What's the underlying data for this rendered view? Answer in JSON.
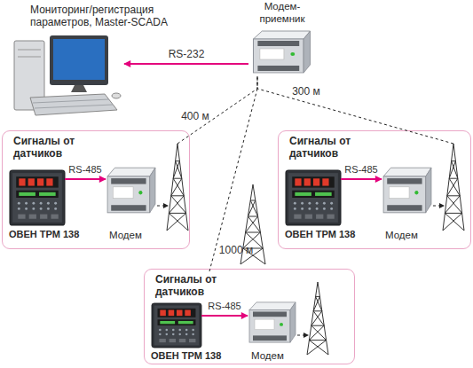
{
  "diagram": {
    "nodes": [
      {
        "text": [
          "Мониторинг/регистрация параметров, Master-SCADA"
        ]
      },
      {
        "text": [
          "Модем- приемник"
        ]
      },
      {
        "text": [
          "Сигналы от датчиков"
        ]
      },
      {
        "text": [
          "ОВЕН ТРМ 138"
        ],
        "in": 2
      },
      {
        "text": [
          "Модем"
        ],
        "in": 2
      },
      {
        "text": [
          "Сигналы от датчиков"
        ]
      },
      {
        "text": [
          "ОВЕН ТРМ 138"
        ],
        "in": 5
      },
      {
        "text": [
          "Модем"
        ],
        "in": 5
      },
      {
        "text": [
          "Сигналы от датчиков"
        ]
      },
      {
        "text": [
          "ОВЕН ТРМ 138"
        ],
        "in": 8
      },
      {
        "text": [
          "Модем"
        ],
        "in": 8
      }
    ],
    "edges": [
      {
        "from": 1,
        "to": 0,
        "label": "RS-232",
        "arrow": "to"
      },
      {
        "from": 3,
        "to": 4,
        "label": "RS-485",
        "arrow": "to"
      },
      {
        "from": 6,
        "to": 7,
        "label": "RS-485",
        "arrow": "to"
      },
      {
        "from": 9,
        "to": 10,
        "label": "RS-485",
        "arrow": "to"
      },
      {
        "from": 4,
        "to": 1,
        "label": "400 м",
        "arrow": "none"
      },
      {
        "from": 7,
        "to": 1,
        "label": "300 м",
        "arrow": "none"
      },
      {
        "from": 10,
        "to": 1,
        "label": "1000 м",
        "arrow": "none"
      }
    ]
  }
}
